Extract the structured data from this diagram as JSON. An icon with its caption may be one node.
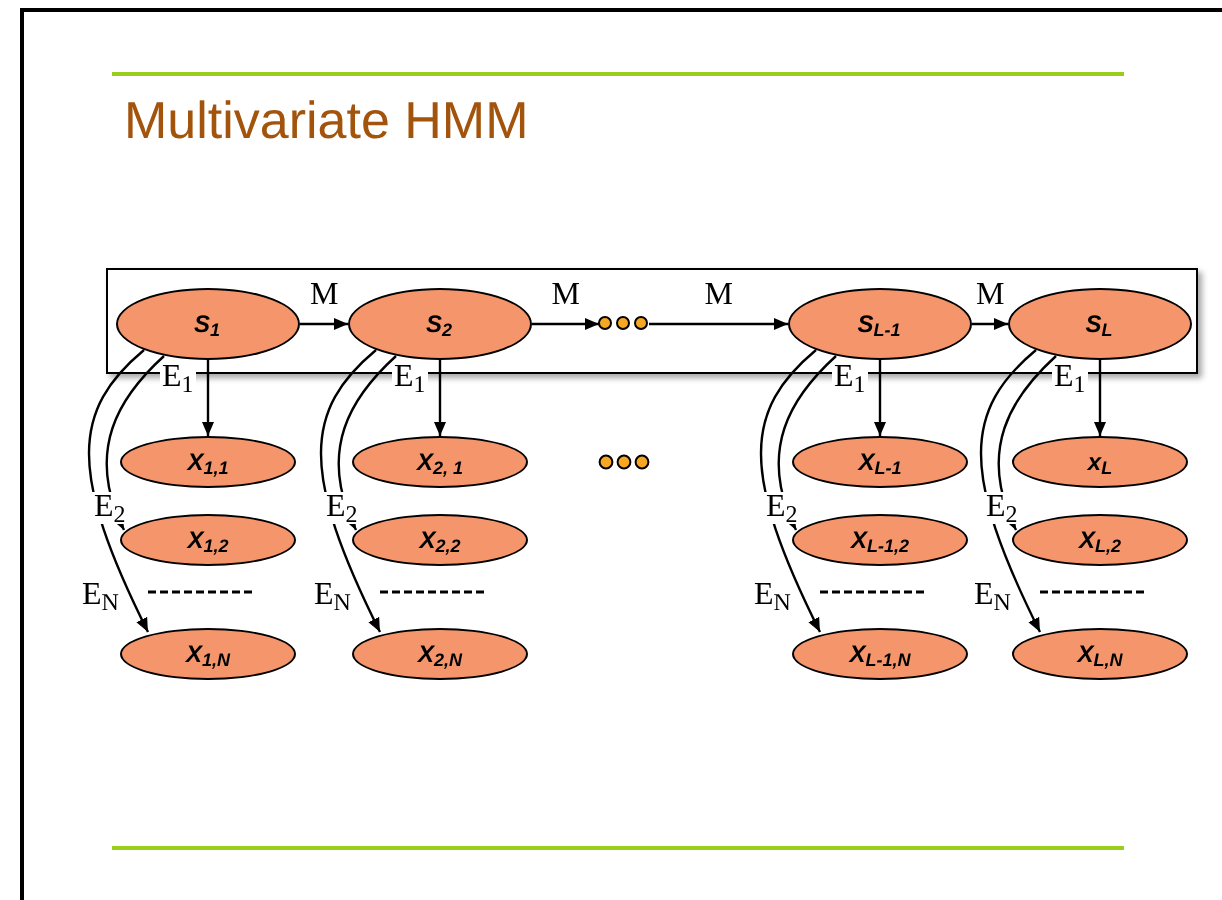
{
  "diagram": {
    "title": "Multivariate HMM",
    "nodes": [
      {
        "text": [],
        "shape": "box"
      },
      {
        "text": [
          "S$_{1}$"
        ],
        "in": 0
      },
      {
        "text": [
          "S$_{2}$"
        ],
        "in": 0
      },
      {
        "text": [
          "S$_{L-1}$"
        ],
        "in": 0
      },
      {
        "text": [
          "S$_{L}$"
        ],
        "in": 0
      },
      {
        "text": [
          "X$_{1,1}$"
        ]
      },
      {
        "text": [
          "X$_{1,2}$"
        ]
      },
      {
        "text": [
          "X$_{1,N}$"
        ]
      },
      {
        "text": [
          "X$_{2, 1}$"
        ]
      },
      {
        "text": [
          "X$_{2,2}$"
        ]
      },
      {
        "text": [
          "X$_{2,N}$"
        ]
      },
      {
        "text": [
          "X$_{L-1}$"
        ]
      },
      {
        "text": [
          "X$_{L-1,2}$"
        ]
      },
      {
        "text": [
          "X$_{L-1,N}$"
        ]
      },
      {
        "text": [
          "x$_{L}$"
        ]
      },
      {
        "text": [
          "X$_{L,2}$"
        ]
      },
      {
        "text": [
          "X$_{L,N}$"
        ]
      },
      {
        "text": [],
        "shape": "circle",
        "in": 0
      },
      {
        "text": [],
        "shape": "circle",
        "in": 0
      },
      {
        "text": [],
        "shape": "circle",
        "in": 0
      }
    ],
    "edges": [
      {
        "from": 1,
        "to": 2,
        "arrow": "to",
        "label": "M"
      },
      {
        "from": 2,
        "to": 17,
        "arrow": "to",
        "label": "M"
      },
      {
        "from": 19,
        "to": 3,
        "arrow": "to",
        "label": "M"
      },
      {
        "from": 3,
        "to": 4,
        "arrow": "to",
        "label": "M"
      },
      {
        "from": 1,
        "to": 5,
        "arrow": "to",
        "label": "E$_{1}$"
      },
      {
        "from": 1,
        "to": 6,
        "arrow": "to",
        "label": "E$_{2}$"
      },
      {
        "from": 1,
        "to": 7,
        "arrow": "to",
        "label": "E$_{N}$"
      },
      {
        "from": 2,
        "to": 8,
        "arrow": "to",
        "label": "E$_{1}$"
      },
      {
        "from": 2,
        "to": 9,
        "arrow": "to",
        "label": "E$_{2}$"
      },
      {
        "from": 2,
        "to": 10,
        "arrow": "to",
        "label": "E$_{N}$"
      },
      {
        "from": 3,
        "to": 11,
        "arrow": "to",
        "label": "E$_{1}$"
      },
      {
        "from": 3,
        "to": 12,
        "arrow": "to",
        "label": "E$_{2}$"
      },
      {
        "from": 3,
        "to": 13,
        "arrow": "to",
        "label": "E$_{N}$"
      },
      {
        "from": 4,
        "to": 14,
        "arrow": "to",
        "label": "E$_{1}$"
      },
      {
        "from": 4,
        "to": 15,
        "arrow": "to",
        "label": "E$_{2}$"
      },
      {
        "from": 4,
        "to": 16,
        "arrow": "to",
        "label": "E$_{N}$"
      }
    ]
  }
}
